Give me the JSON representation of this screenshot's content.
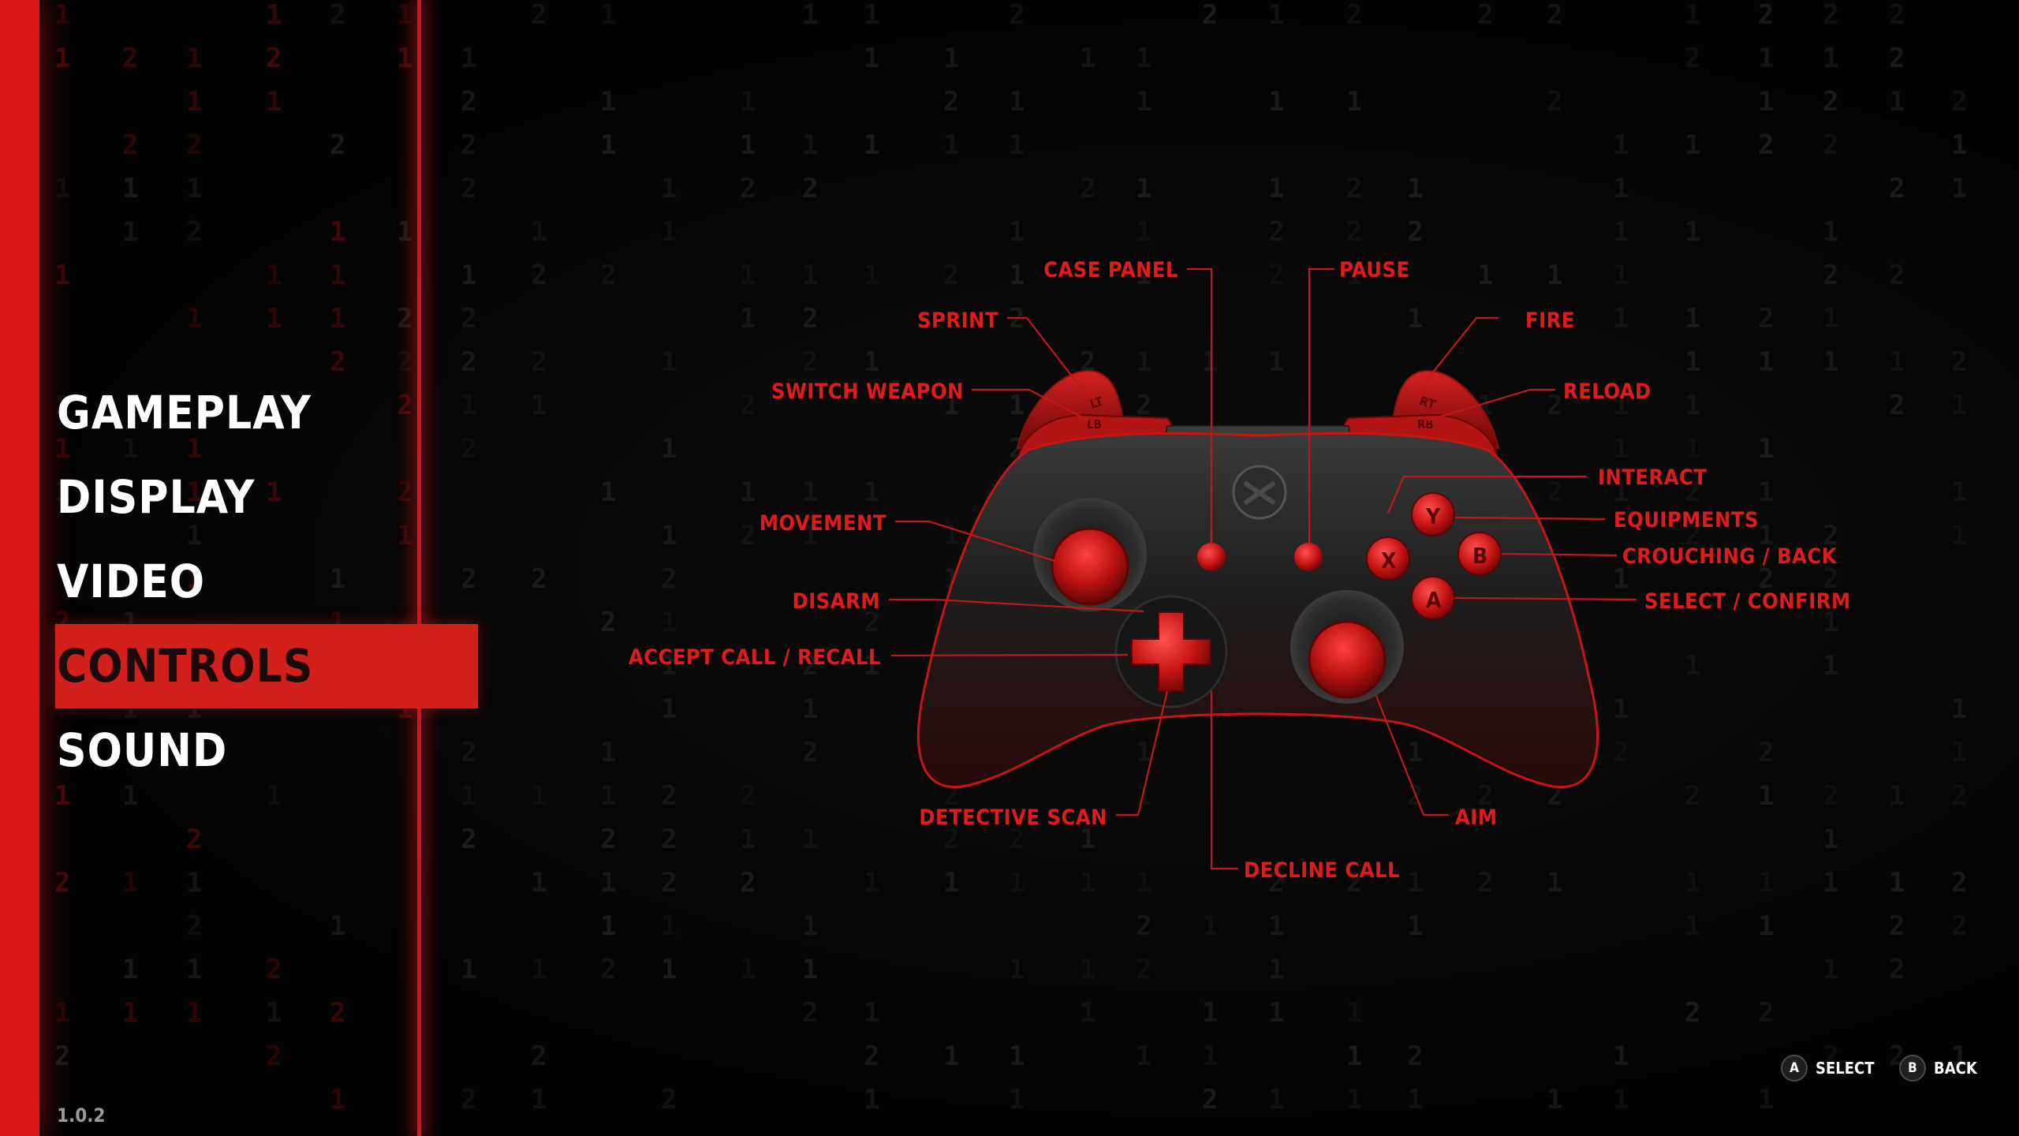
{
  "menu": {
    "items": [
      {
        "label": "GAMEPLAY",
        "active": false
      },
      {
        "label": "DISPLAY",
        "active": false
      },
      {
        "label": "VIDEO",
        "active": false
      },
      {
        "label": "CONTROLS",
        "active": true
      },
      {
        "label": "SOUND",
        "active": false
      }
    ]
  },
  "version": "1.0.2",
  "controller": {
    "labels": {
      "case_panel": "CASE PANEL",
      "pause": "PAUSE",
      "sprint": "SPRINT",
      "fire": "FIRE",
      "switch_weapon": "SWITCH WEAPON",
      "reload": "RELOAD",
      "interact": "INTERACT",
      "movement": "MOVEMENT",
      "equipments": "EQUIPMENTS",
      "crouching_back": "CROUCHING / BACK",
      "disarm": "DISARM",
      "select_confirm": "SELECT / CONFIRM",
      "accept_call": "ACCEPT CALL / RECALL",
      "detective_scan": "DETECTIVE SCAN",
      "aim": "AIM",
      "decline_call": "DECLINE CALL"
    },
    "buttons": {
      "x": "X",
      "y": "Y",
      "a": "A",
      "b": "B",
      "lt": "LT",
      "lb": "LB",
      "rt": "RT",
      "rb": "RB"
    }
  },
  "hints": {
    "select": {
      "button": "A",
      "label": "SELECT"
    },
    "back": {
      "button": "B",
      "label": "BACK"
    }
  },
  "colors": {
    "accent": "#d3201c",
    "label": "#e01b1b",
    "menu_text": "#ffffff"
  }
}
